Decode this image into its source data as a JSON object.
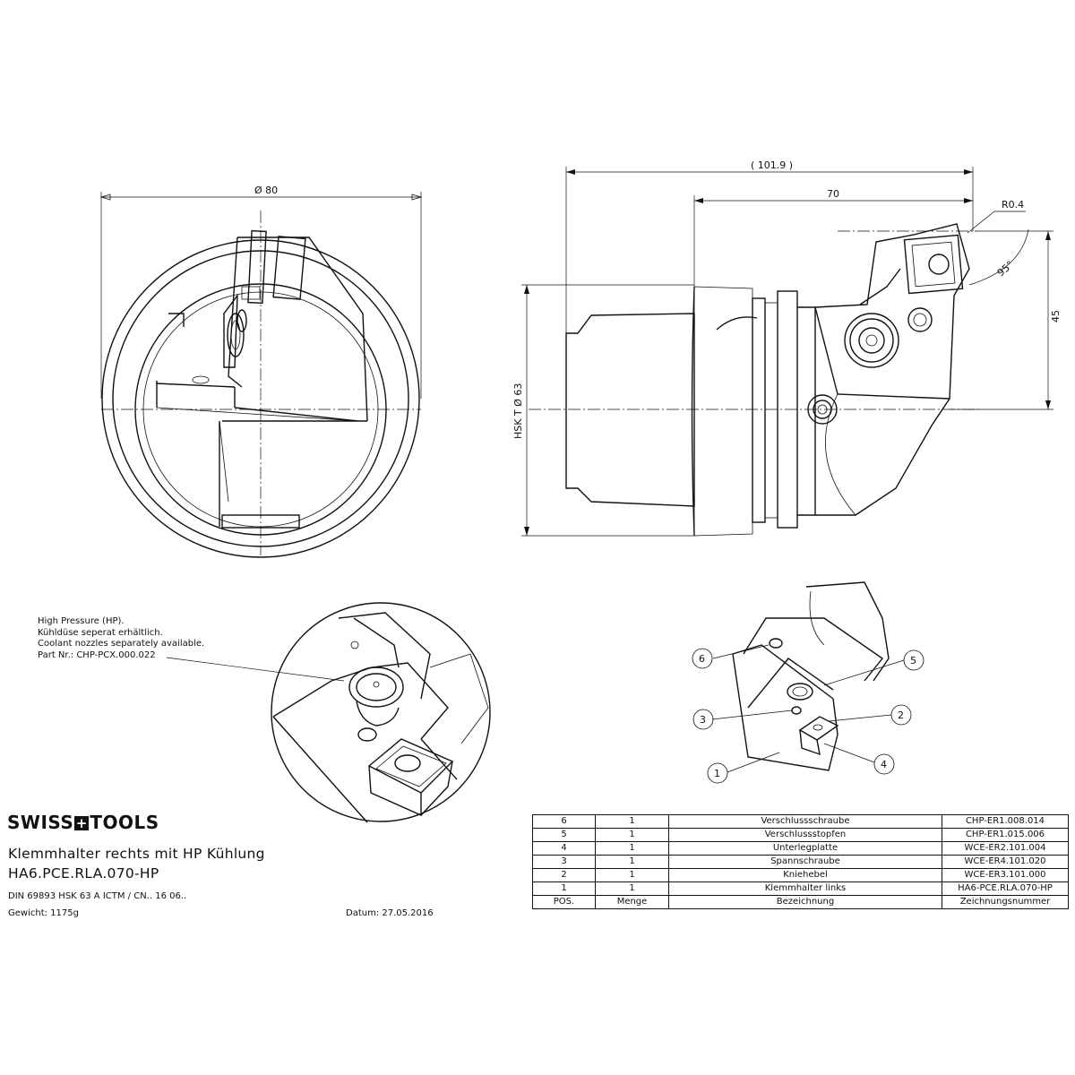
{
  "brand": {
    "left": "SWISS",
    "right": "TOOLS"
  },
  "title": {
    "line1": "Klemmhalter rechts mit HP Kühlung",
    "line2": "HA6.PCE.RLA.070-HP"
  },
  "standard": "DIN 69893 HSK 63 A ICTM / CN.. 16 06..",
  "weight": "Gewicht: 1175g",
  "date": "Datum: 27.05.2016",
  "note": {
    "lines": [
      "High Pressure (HP).",
      "Kühldüse seperat erhältlich.",
      "Coolant nozzles separately available.",
      "Part Nr.: CHP-PCX.000.022"
    ]
  },
  "dimensions": {
    "diameter_80": "Ø 80",
    "length_101": "( 101.9 )",
    "length_70": "70",
    "radius": "R0.4",
    "angle": "95°",
    "height_45": "45",
    "hsk": "HSK T Ø 63"
  },
  "callouts": [
    "1",
    "2",
    "3",
    "4",
    "5",
    "6"
  ],
  "bom": {
    "rows": [
      [
        "6",
        "1",
        "Verschlussschraube",
        "CHP-ER1.008.014"
      ],
      [
        "5",
        "1",
        "Verschlussstopfen",
        "CHP-ER1.015.006"
      ],
      [
        "4",
        "1",
        "Unterlegplatte",
        "WCE-ER2.101.004"
      ],
      [
        "3",
        "1",
        "Spannschraube",
        "WCE-ER4.101.020"
      ],
      [
        "2",
        "1",
        "Kniehebel",
        "WCE-ER3.101.000"
      ],
      [
        "1",
        "1",
        "Klemmhalter links",
        "HA6-PCE.RLA.070-HP"
      ]
    ],
    "header": [
      "POS.",
      "Menge",
      "Bezeichnung",
      "Zeichnungsnummer"
    ]
  }
}
